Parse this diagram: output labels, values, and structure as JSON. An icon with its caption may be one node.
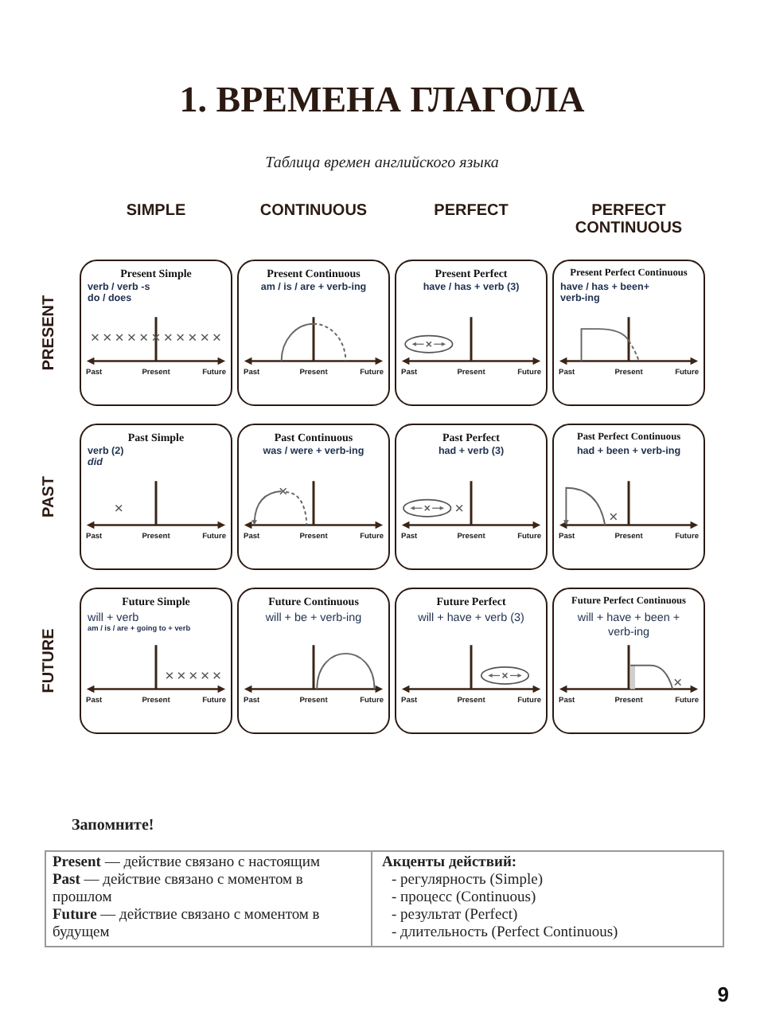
{
  "diagram": {
    "title": "1. ВРЕМЕНА ГЛАГОЛА",
    "nodes": [
      {
        "text": [
          "Present Simple",
          "verb / verb -s",
          "do / does",
          "Past",
          "Present",
          "Future"
        ]
      },
      {
        "text": [
          "Present Continuous",
          "am / is / are + verb-ing",
          "Past",
          "Present",
          "Future"
        ]
      },
      {
        "text": [
          "Present Perfect",
          "have / has + verb (3)",
          "Past",
          "Present",
          "Future"
        ]
      },
      {
        "text": [
          "Present Perfect Continuous",
          "have / has + been+ verb-ing",
          "Past",
          "Present",
          "Future"
        ]
      },
      {
        "text": [
          "Past Simple",
          "verb (2)",
          "did",
          "Past",
          "Present",
          "Future"
        ]
      },
      {
        "text": [
          "Past Continuous",
          "was / were + verb-ing",
          "Past",
          "Present",
          "Future"
        ]
      },
      {
        "text": [
          "Past Perfect",
          "had + verb (3)",
          "Past",
          "Present",
          "Future"
        ]
      },
      {
        "text": [
          "Past Perfect Continuous",
          "had + been + verb-ing",
          "Past",
          "Present",
          "Future"
        ]
      },
      {
        "text": [
          "Future Simple",
          "will + verb",
          "am / is / are + going to + verb",
          "Past",
          "Present",
          "Future"
        ]
      },
      {
        "text": [
          "Future Continuous",
          "will + be + verb-ing",
          "Past",
          "Present",
          "Future"
        ]
      },
      {
        "text": [
          "Future Perfect",
          "will + have + verb (3)",
          "Past",
          "Present",
          "Future"
        ]
      },
      {
        "text": [
          "Future Perfect Continuous",
          "will + have + been + verb-ing",
          "Past",
          "Present",
          "Future"
        ]
      }
    ],
    "labels": [
      "Таблица времен английского языка",
      "SIMPLE",
      "CONTINUOUS",
      "PERFECT",
      "PERFECT CONTINUOUS",
      "PRESENT",
      "PAST",
      "FUTURE",
      "Запомните!",
      "**Present** — действие связано с настоящим",
      "**Past** — действие связано с моментом в прошлом",
      "**Future** — действие связано с моментом в будущем",
      "Акценты действий:",
      "- регулярность (Simple)",
      "- процесс (Continuous)",
      "- результат (Perfect)",
      "- длительность (Perfect Continuous)",
      "9"
    ]
  }
}
